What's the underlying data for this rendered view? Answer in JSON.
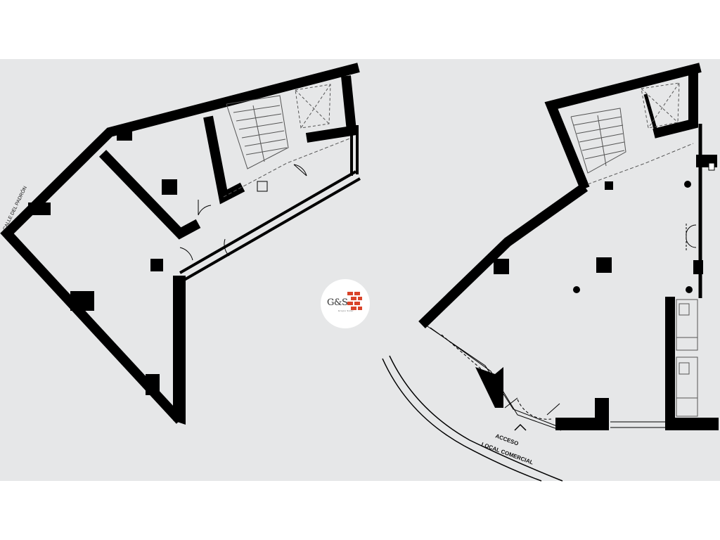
{
  "logo": {
    "text": "G&S",
    "subtitle": "Grupo Solar",
    "brand_color": "#d9442a"
  },
  "plan_left": {
    "street_label": "CALLE DEL PADRÓN"
  },
  "plan_right": {
    "access_line1": "ACCESO",
    "access_line2": "LOCAL COMERCIAL"
  },
  "colors": {
    "background": "#e6e7e8",
    "wall": "#000000",
    "page": "#ffffff"
  }
}
